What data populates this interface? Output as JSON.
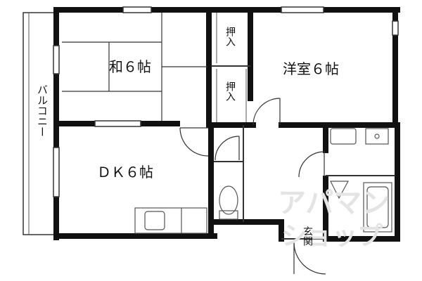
{
  "floor_plan": {
    "rooms": {
      "washitsu": "和６帖",
      "youshitsu": "洋室６帖",
      "dk": "ＤＫ６帖"
    },
    "closets": [
      "押入",
      "押入"
    ],
    "balcony": "バルコニー",
    "entrance": "玄関"
  },
  "watermark": {
    "line1": "アパマン",
    "line2": "ショップ"
  },
  "colors": {
    "wall": "#111111",
    "line": "#333333",
    "fixture": "#666666",
    "watermark": "#e4e4e4"
  }
}
